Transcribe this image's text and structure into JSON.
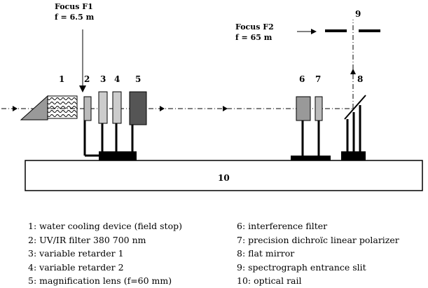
{
  "focus_f1": {
    "title": "Focus F1",
    "value": "f = 6.5 m"
  },
  "focus_f2": {
    "title": "Focus F2",
    "value": "f = 65 m"
  },
  "component_numbers": [
    "1",
    "2",
    "3",
    "4",
    "5",
    "6",
    "7",
    "8",
    "9",
    "10"
  ],
  "legend_left": [
    "1: water cooling device (field stop)",
    "2: UV/IR filter 380 700 nm",
    "3: variable retarder 1",
    "4: variable retarder 2",
    "5: magnification lens (f=60 mm)"
  ],
  "legend_right": [
    "6: interference filter",
    "7: precision dichroïc linear polarizer",
    "8: flat mirror",
    "9: spectrograph entrance slit",
    "10: optical rail"
  ]
}
